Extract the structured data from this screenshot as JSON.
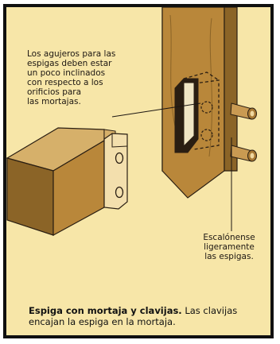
{
  "annotations": {
    "top_note": "Los agujeros para las\nespigas deben estar\nun poco inclinados\ncon respecto a los\norificios para\nlas mortajas.",
    "side_note": "Escalónense\nligeramente\nlas espigas."
  },
  "caption": {
    "bold": "Espiga con mortaja y clavijas.",
    "text": " Las clavijas encajan la espiga en la mortaja."
  },
  "colors": {
    "background": "#f7e6a8",
    "wood_face": "#b9873a",
    "wood_side": "#8b6427",
    "wood_top": "#d6b06a",
    "wood_dark": "#2a1e12",
    "frame": "#101010"
  }
}
